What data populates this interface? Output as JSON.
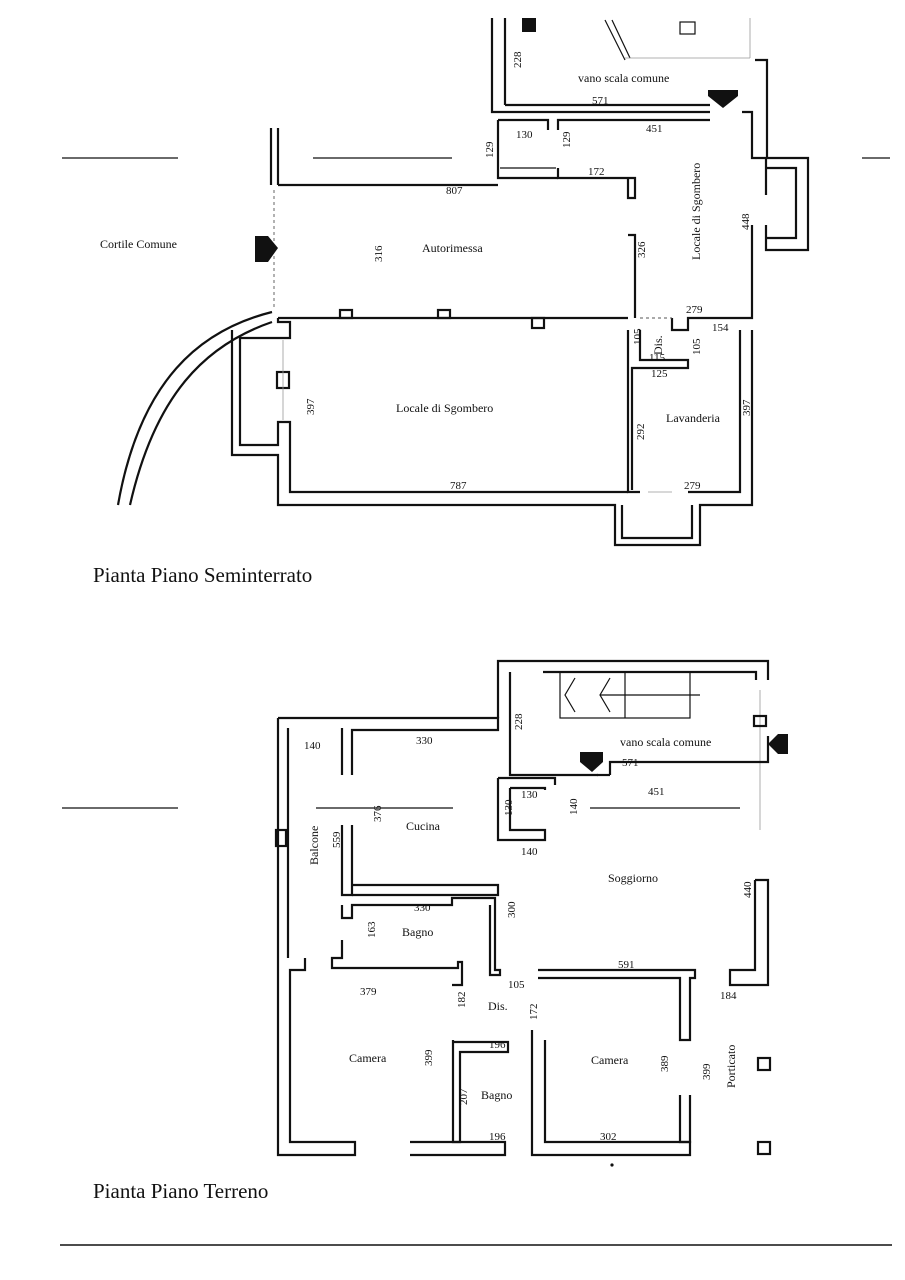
{
  "semi": {
    "title": "Pianta Piano Seminterrato",
    "rooms": {
      "vano_scala": "vano scala comune",
      "autorimessa": "Autorimessa",
      "cortile": "Cortile Comune",
      "locale_sgombero_v": "Locale di Sgombero",
      "locale_sgombero": "Locale di Sgombero",
      "dis": "Dis.",
      "lavanderia": "Lavanderia"
    },
    "dims": {
      "d228": "228",
      "d571": "571",
      "d451": "451",
      "d130": "130",
      "d129a": "129",
      "d129b": "129",
      "d172": "172",
      "d807": "807",
      "d316": "316",
      "d326": "326",
      "d448": "448",
      "d279a": "279",
      "d154": "154",
      "d105a": "105",
      "d105b": "105",
      "d115": "115",
      "d125": "125",
      "d397a": "397",
      "d397b": "397",
      "d292": "292",
      "d787": "787",
      "d279b": "279"
    }
  },
  "terreno": {
    "title": "Pianta Piano Terreno",
    "rooms": {
      "vano_scala": "vano scala comune",
      "cucina": "Cucina",
      "soggiorno": "Soggiorno",
      "balcone": "Balcone",
      "bagno1": "Bagno",
      "dis": "Dis.",
      "camera1": "Camera",
      "camera2": "Camera",
      "bagno2": "Bagno",
      "porticato": "Porticato"
    },
    "dims": {
      "d140a": "140",
      "d330a": "330",
      "d228": "228",
      "d571": "571",
      "d451": "451",
      "d130a": "130",
      "d130b": "130",
      "d140b": "140",
      "d140c": "140",
      "d376": "376",
      "d559": "559",
      "d330b": "330",
      "d300": "300",
      "d440": "440",
      "d163": "163",
      "d105": "105",
      "d591": "591",
      "d379": "379",
      "d182": "182",
      "d172": "172",
      "d184": "184",
      "d196a": "196",
      "d399a": "399",
      "d389": "389",
      "d399b": "399",
      "d207": "207",
      "d196b": "196",
      "d302": "302"
    }
  }
}
